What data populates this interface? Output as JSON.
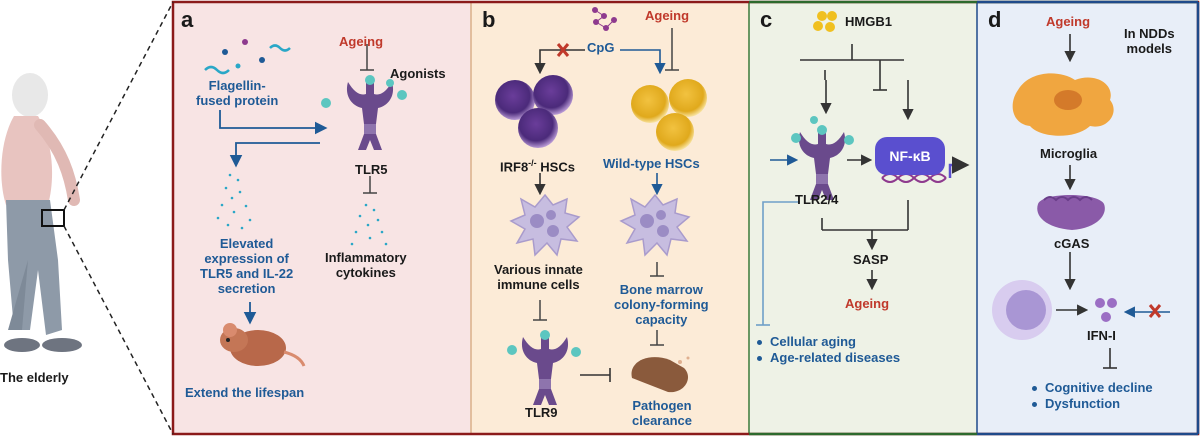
{
  "figure": {
    "person_label": "The elderly",
    "panels": {
      "a": {
        "letter": "a",
        "ageing": "Ageing",
        "agonists": "Agonists",
        "flagellin": "Flagellin-\nfused protein",
        "receptor": "TLR5",
        "elevated": "Elevated\nexpression of\nTLR5 and IL-22\nsecretion",
        "inflammatory": "Inflammatory\ncytokines",
        "lifespan": "Extend the lifespan"
      },
      "b": {
        "letter": "b",
        "cpg": "CpG",
        "ageing": "Ageing",
        "irf8": "IRF8",
        "irf8_sup": "-/-",
        "irf8_rest": " HSCs",
        "wildtype": "Wild-type HSCs",
        "innate": "Various innate\nimmune cells",
        "bone": "Bone marrow\ncolony-forming\ncapacity",
        "receptor": "TLR9",
        "pathogen": "Pathogen\nclearance"
      },
      "c": {
        "letter": "c",
        "hmgb1": "HMGB1",
        "nfkb": "NF-κB",
        "receptor": "TLR2/4",
        "sasp": "SASP",
        "ageing": "Ageing",
        "bullets": [
          "Cellular aging",
          "Age-related diseases"
        ]
      },
      "d": {
        "letter": "d",
        "ageing": "Ageing",
        "models": "In NDDs\nmodels",
        "microglia": "Microglia",
        "cgas": "cGAS",
        "ifn": "IFN-I",
        "bullets": [
          "Cognitive decline",
          "Dysfunction"
        ]
      }
    },
    "colors": {
      "panel_a_bg": "#f8e4e4",
      "panel_b_bg": "#fcebd7",
      "panel_c_bg": "#eef2e6",
      "panel_d_bg": "#e8eef8",
      "frame": "#8b1a1a",
      "text_blue": "#1f5a96",
      "text_red": "#c0392b",
      "receptor": "#6a4a8c",
      "ligand": "#5cc6c0",
      "hmgb1": "#f0c020",
      "nfkb": "#5a4fcf"
    },
    "icons": [
      "elderly-person-icon",
      "tlr-receptor-icon",
      "bacteria-icon",
      "mouse-icon",
      "cell-icon",
      "dendritic-cell-icon",
      "bacterium-icon",
      "macrophage-icon",
      "cgas-icon",
      "dna-helix-icon",
      "inhibited-cross-icon"
    ]
  }
}
